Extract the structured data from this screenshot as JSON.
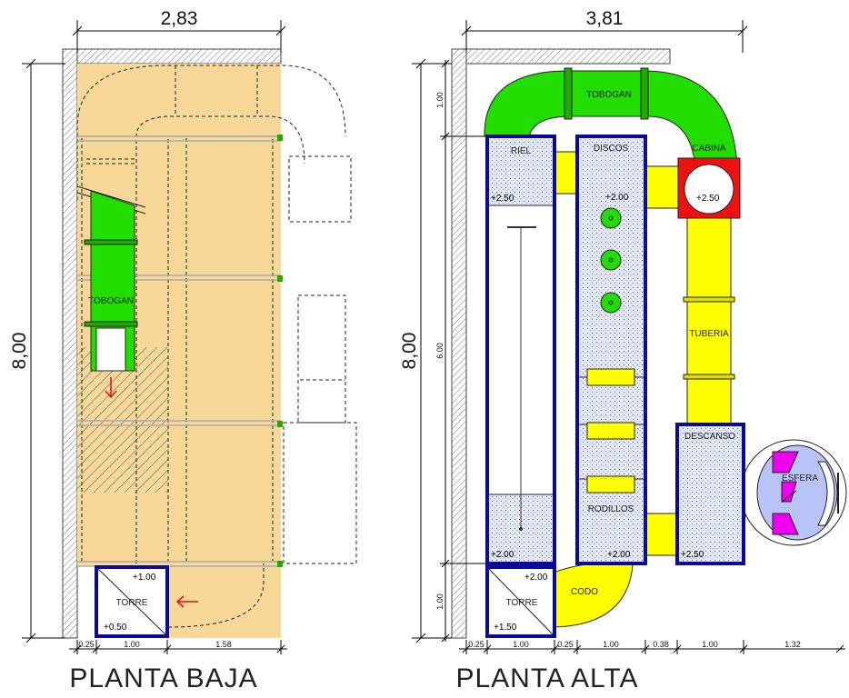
{
  "plans": {
    "baja": {
      "title": "PLANTA BAJA",
      "width_dim": "2,83",
      "height_dim": "8,00",
      "bottom_dims": [
        "0.25",
        "1.00",
        "1.58"
      ],
      "labels": {
        "tobogan": "TOBOGAN",
        "torre": "TORRE"
      },
      "levels": {
        "torre_top": "+1.00",
        "torre_bottom": "+0.50"
      }
    },
    "alta": {
      "title": "PLANTA ALTA",
      "width_dim": "3,81",
      "height_dim": "8,00",
      "left_dims": [
        "1.00",
        "6.00",
        "1.00"
      ],
      "bottom_dims": [
        "0.25",
        "1.00",
        "0.25",
        "1.00",
        "0.38",
        "1.00",
        "1.32"
      ],
      "labels": {
        "tobogan": "TOBOGAN",
        "cabina": "CABINA",
        "riel": "RIEL",
        "discos": "DISCOS",
        "tuberia": "TUBERIA",
        "descanso": "DESCANSO",
        "esfera": "ESFERA",
        "rodillos": "RODILLOS",
        "torre": "TORRE",
        "codo": "CODO"
      },
      "levels": {
        "riel": "+2.50",
        "discos": "+2.00",
        "cabina": "+2.50",
        "riel_bottom": "+2.00",
        "rodillos": "+2.00",
        "descanso": "+2.50",
        "torre_top": "+2.00",
        "torre_bottom": "+1.50"
      }
    }
  },
  "colors": {
    "floor": "#f8d898",
    "green": "#22dd00",
    "yellow": "#ffff00",
    "blue": "#0a0a9a",
    "red": "#ee1111",
    "magenta": "#ee00ee",
    "stipple": "#e4e8f4",
    "sphere": "#b8c4f8"
  }
}
